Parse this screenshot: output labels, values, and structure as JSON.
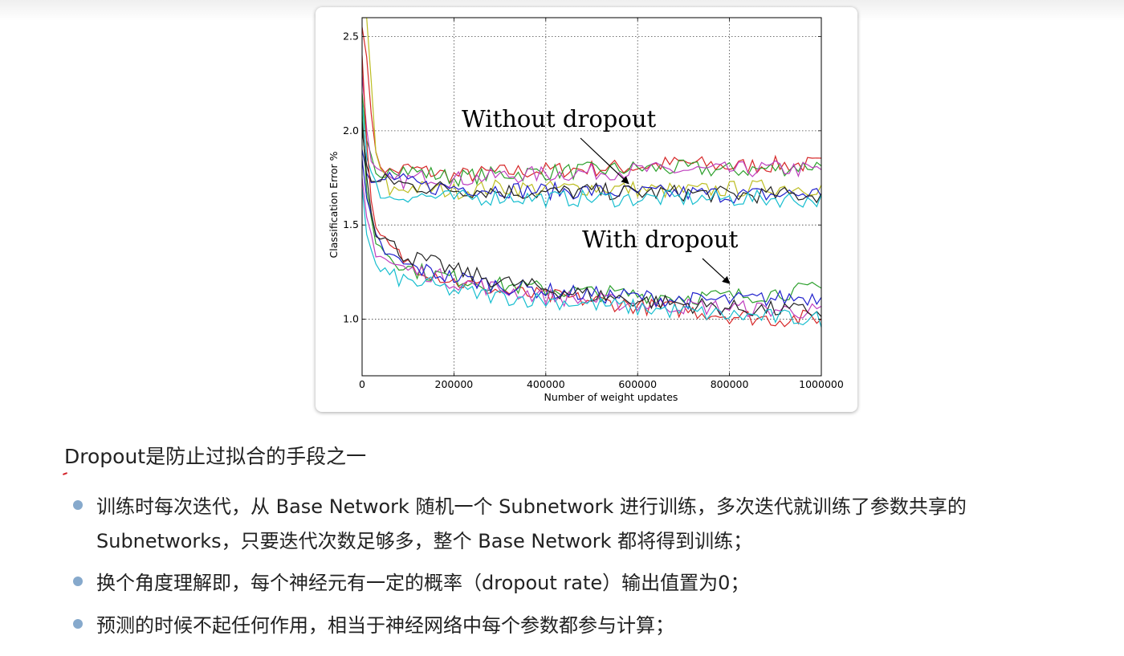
{
  "chart_data": {
    "type": "line",
    "title": "",
    "xlabel": "Number of weight updates",
    "ylabel": "Classification Error %",
    "xlim": [
      0,
      1000000
    ],
    "ylim": [
      0.7,
      2.6
    ],
    "xticks": [
      0,
      200000,
      400000,
      600000,
      800000,
      1000000
    ],
    "yticks": [
      1.0,
      1.5,
      2.0,
      2.5
    ],
    "xtick_labels": [
      "0",
      "200000",
      "400000",
      "600000",
      "800000",
      "1000000"
    ],
    "ytick_labels": [
      "1.0",
      "1.5",
      "2.0",
      "2.5"
    ],
    "grid": true,
    "legend": "none",
    "annotations": [
      {
        "text": "Without dropout",
        "arrow_to": [
          580000,
          1.72
        ]
      },
      {
        "text": "With dropout",
        "arrow_to": [
          800000,
          1.19
        ]
      }
    ],
    "x": [
      0,
      12000,
      30000,
      60000,
      100000,
      150000,
      200000,
      300000,
      400000,
      500000,
      600000,
      700000,
      800000,
      900000,
      1000000
    ],
    "series": [
      {
        "group": "without",
        "color": "#d62728",
        "values": [
          2.55,
          2.36,
          1.85,
          1.78,
          1.8,
          1.78,
          1.76,
          1.78,
          1.79,
          1.8,
          1.81,
          1.83,
          1.81,
          1.82,
          1.82
        ]
      },
      {
        "group": "without",
        "color": "#2ca02c",
        "values": [
          2.2,
          1.9,
          1.75,
          1.82,
          1.79,
          1.77,
          1.75,
          1.77,
          1.78,
          1.79,
          1.8,
          1.8,
          1.79,
          1.8,
          1.82
        ]
      },
      {
        "group": "without",
        "color": "#bf40bf",
        "values": [
          2.3,
          1.95,
          1.78,
          1.72,
          1.74,
          1.76,
          1.74,
          1.76,
          1.77,
          1.78,
          1.79,
          1.79,
          1.79,
          1.8,
          1.79
        ]
      },
      {
        "group": "without",
        "color": "#bcbd22",
        "values": [
          2.6,
          2.6,
          1.85,
          1.68,
          1.7,
          1.69,
          1.68,
          1.7,
          1.69,
          1.7,
          1.69,
          1.68,
          1.69,
          1.7,
          1.7
        ]
      },
      {
        "group": "without",
        "color": "#1f1fcc",
        "values": [
          1.9,
          1.75,
          1.7,
          1.76,
          1.72,
          1.7,
          1.7,
          1.69,
          1.68,
          1.68,
          1.67,
          1.67,
          1.66,
          1.66,
          1.67
        ]
      },
      {
        "group": "without",
        "color": "#222222",
        "values": [
          2.0,
          1.78,
          1.72,
          1.74,
          1.71,
          1.7,
          1.69,
          1.68,
          1.67,
          1.68,
          1.67,
          1.67,
          1.66,
          1.66,
          1.66
        ]
      },
      {
        "group": "without",
        "color": "#17becf",
        "values": [
          2.15,
          1.8,
          1.7,
          1.64,
          1.66,
          1.65,
          1.64,
          1.65,
          1.64,
          1.64,
          1.64,
          1.64,
          1.64,
          1.64,
          1.63
        ]
      },
      {
        "group": "with",
        "color": "#d62728",
        "values": [
          2.4,
          1.85,
          1.45,
          1.38,
          1.3,
          1.25,
          1.2,
          1.15,
          1.12,
          1.1,
          1.07,
          1.05,
          1.02,
          1.0,
          1.01
        ]
      },
      {
        "group": "with",
        "color": "#2ca02c",
        "values": [
          2.1,
          1.6,
          1.42,
          1.34,
          1.27,
          1.24,
          1.22,
          1.18,
          1.16,
          1.14,
          1.13,
          1.12,
          1.12,
          1.14,
          1.16
        ]
      },
      {
        "group": "with",
        "color": "#bf40bf",
        "values": [
          1.75,
          1.5,
          1.37,
          1.3,
          1.26,
          1.24,
          1.2,
          1.16,
          1.12,
          1.1,
          1.08,
          1.07,
          1.06,
          1.05,
          1.04
        ]
      },
      {
        "group": "with",
        "color": "#1f1fcc",
        "values": [
          1.85,
          1.6,
          1.42,
          1.33,
          1.28,
          1.25,
          1.22,
          1.18,
          1.15,
          1.13,
          1.12,
          1.1,
          1.1,
          1.11,
          1.12
        ]
      },
      {
        "group": "with",
        "color": "#222222",
        "values": [
          2.05,
          1.7,
          1.48,
          1.4,
          1.33,
          1.3,
          1.26,
          1.2,
          1.16,
          1.13,
          1.1,
          1.08,
          1.06,
          1.05,
          1.04
        ]
      },
      {
        "group": "with",
        "color": "#17becf",
        "values": [
          1.7,
          1.4,
          1.28,
          1.23,
          1.2,
          1.18,
          1.15,
          1.12,
          1.1,
          1.08,
          1.06,
          1.04,
          1.02,
          1.01,
          1.0
        ]
      }
    ]
  },
  "slide": {
    "title": "Dropout是防止过拟合的手段之一",
    "bullets": [
      {
        "lines": [
          "训练时每次迭代，从 Base Network 随机一个 Subnetwork 进行训练，多次迭代就训练了参数共享的",
          "Subnetworks，只要迭代次数足够多，整个 Base Network 都将得到训练；"
        ]
      },
      {
        "lines": [
          "换个角度理解即，每个神经元有一定的概率（dropout rate）输出值置为0；"
        ]
      },
      {
        "lines": [
          "预测的时候不起任何作用，相当于神经网络中每个参数都参与计算；"
        ]
      }
    ]
  }
}
